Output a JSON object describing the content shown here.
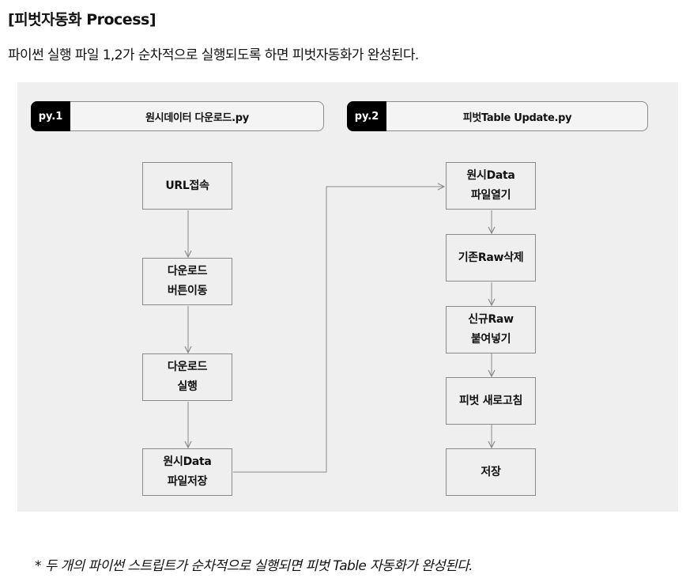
{
  "heading": "[피벗자동화 Process]",
  "subtitle": "파이썬 실행 파일 1,2가 순차적으로 실행되도록 하면 피벗자동화가 완성된다.",
  "script1": {
    "badge": "py.1",
    "file": "원시데이터 다운로드.py"
  },
  "script2": {
    "badge": "py.2",
    "file": "피벗Table Update.py"
  },
  "steps1": [
    {
      "line1": "URL접속",
      "line2": ""
    },
    {
      "line1": "다운로드",
      "line2": "버튼이동"
    },
    {
      "line1": "다운로드",
      "line2": "실행"
    },
    {
      "line1": "원시Data",
      "line2": "파일저장"
    }
  ],
  "steps2": [
    {
      "line1": "원시Data",
      "line2": "파일열기"
    },
    {
      "line1": "기존Raw삭제",
      "line2": ""
    },
    {
      "line1": "신규Raw",
      "line2": "붙여넣기"
    },
    {
      "line1": "피벗 새로고침",
      "line2": ""
    },
    {
      "line1": "저장",
      "line2": ""
    }
  ],
  "footnote": "*  두 개의 파이썬 스트립트가 순차적으로 실행되면 피벗 Table 자동화가 완성된다.",
  "colors": {
    "badge_bg": "#000000",
    "panel_bg": "#efefef",
    "border": "#8a8a8a"
  }
}
